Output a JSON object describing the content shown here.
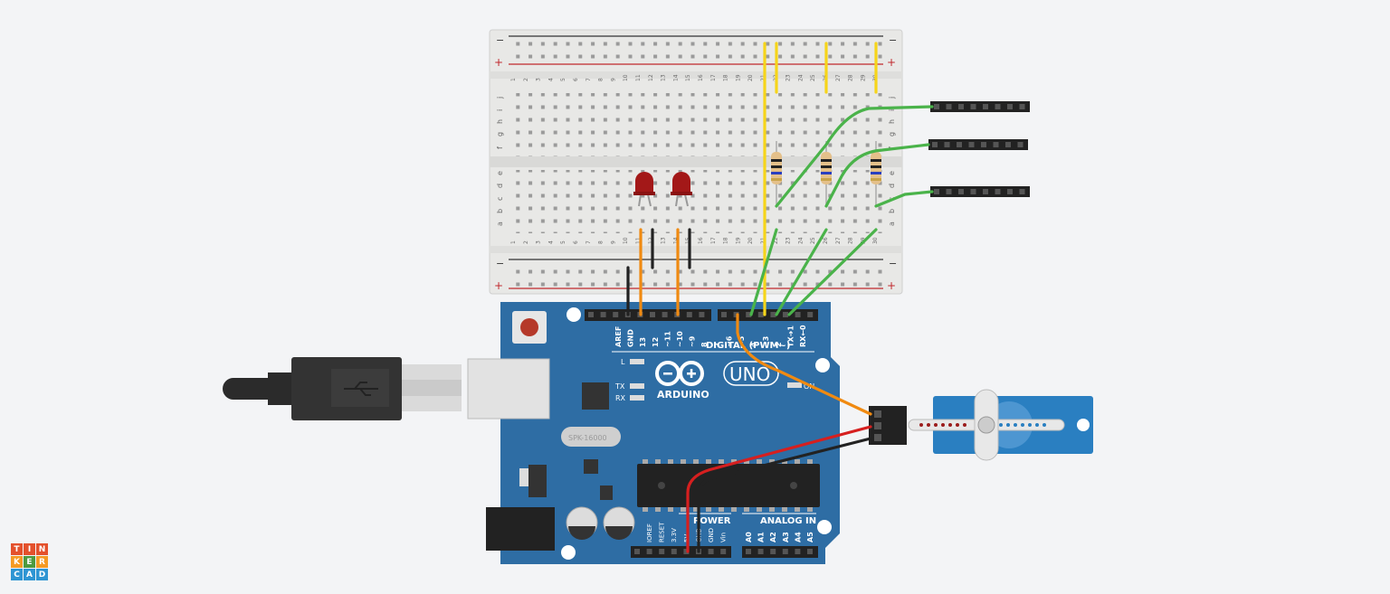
{
  "breadboard": {
    "rail_minus": "−",
    "rail_plus": "+",
    "rows_top": [
      "j",
      "i",
      "h",
      "g",
      "f"
    ],
    "rows_bottom": [
      "e",
      "d",
      "c",
      "b",
      "a"
    ],
    "columns": 30
  },
  "arduino": {
    "brand": "ARDUINO",
    "model": "UNO",
    "digital_label": "DIGITAL (PWM~)",
    "power_label": "POWER",
    "analog_label": "ANALOG IN",
    "on_label": "ON",
    "led_labels": [
      "L",
      "TX",
      "RX"
    ],
    "crystal_label": "SPK-16000",
    "digital_pins": [
      "AREF",
      "GND",
      "13",
      "12",
      "~11",
      "~10",
      "~9",
      "8",
      "7",
      "~6",
      "~5",
      "4",
      "~3",
      "2",
      "TX➜1",
      "RX←0"
    ],
    "power_pins": [
      "IOREF",
      "RESET",
      "3.3V",
      "5V",
      "GND",
      "GND",
      "Vin"
    ],
    "analog_pins": [
      "A0",
      "A1",
      "A2",
      "A3",
      "A4",
      "A5"
    ]
  },
  "logo": {
    "letters": [
      "T",
      "I",
      "N",
      "K",
      "E",
      "R",
      "C",
      "A",
      "D"
    ],
    "colors": [
      "#e4512c",
      "#e4512c",
      "#e4512c",
      "#f59a23",
      "#4d9a3f",
      "#f59a23",
      "#2e95d3",
      "#2e95d3",
      "#2e95d3"
    ]
  },
  "colors": {
    "board": "#2e6da4",
    "wire_yellow": "#f6d51a",
    "wire_green": "#4ab34a",
    "wire_orange": "#f08a11",
    "wire_black": "#222222",
    "wire_red": "#d61f1f"
  }
}
